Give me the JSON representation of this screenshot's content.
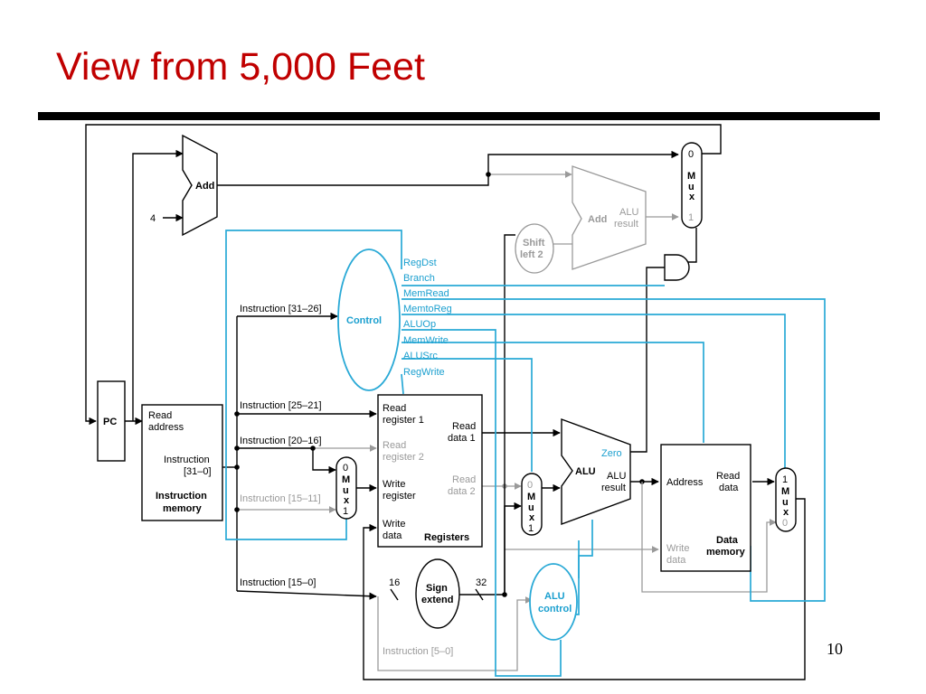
{
  "slide": {
    "title": "View from 5,000 Feet",
    "page_number": "10"
  },
  "colors": {
    "title": "#c00000",
    "control_lines": "#29a9d6",
    "inactive_lines": "#9a9a9a"
  },
  "diagram": {
    "pc": "PC",
    "add_top": "Add",
    "const_four": "4",
    "instr_mem": {
      "read_address_1": "Read",
      "read_address_2": "address",
      "instruction_1": "Instruction",
      "instruction_2": "[31–0]",
      "name_1": "Instruction",
      "name_2": "memory"
    },
    "instr_fields": {
      "f31_26": "Instruction [31–26]",
      "f25_21": "Instruction [25–21]",
      "f20_16": "Instruction [20–16]",
      "f15_11": "Instruction [15–11]",
      "f15_0": "Instruction [15–0]",
      "f5_0": "Instruction [5–0]"
    },
    "control": {
      "name": "Control",
      "signals": [
        "RegDst",
        "Branch",
        "MemRead",
        "MemtoReg",
        "ALUOp",
        "MemWrite",
        "ALUSrc",
        "RegWrite"
      ]
    },
    "registers": {
      "read_reg1_1": "Read",
      "read_reg1_2": "register 1",
      "read_reg2_1": "Read",
      "read_reg2_2": "register 2",
      "write_reg_1": "Write",
      "write_reg_2": "register",
      "write_data_1": "Write",
      "write_data_2": "data",
      "read_data1_1": "Read",
      "read_data1_2": "data 1",
      "read_data2_1": "Read",
      "read_data2_2": "data 2",
      "name": "Registers"
    },
    "mux_regdst": {
      "top": "0",
      "m": "M",
      "u": "u",
      "x": "x",
      "bottom": "1"
    },
    "mux_alusrc": {
      "top": "0",
      "m": "M",
      "u": "u",
      "x": "x",
      "bottom": "1"
    },
    "mux_memtoreg": {
      "top": "1",
      "m": "M",
      "u": "u",
      "x": "x",
      "bottom": "0"
    },
    "mux_pc": {
      "top": "0",
      "m": "M",
      "u": "u",
      "x": "x",
      "bottom": "1"
    },
    "alu": {
      "name": "ALU",
      "zero": "Zero",
      "result_1": "ALU",
      "result_2": "result"
    },
    "add_branch": {
      "name": "Add",
      "result_1": "ALU",
      "result_2": "result"
    },
    "shift": {
      "line1": "Shift",
      "line2": "left 2"
    },
    "sign_extend": {
      "line1": "Sign",
      "line2": "extend",
      "in_width": "16",
      "out_width": "32"
    },
    "alu_control": {
      "line1": "ALU",
      "line2": "control"
    },
    "data_mem": {
      "address": "Address",
      "read_data_1": "Read",
      "read_data_2": "data",
      "write_data_1": "Write",
      "write_data_2": "data",
      "name_1": "Data",
      "name_2": "memory"
    }
  }
}
